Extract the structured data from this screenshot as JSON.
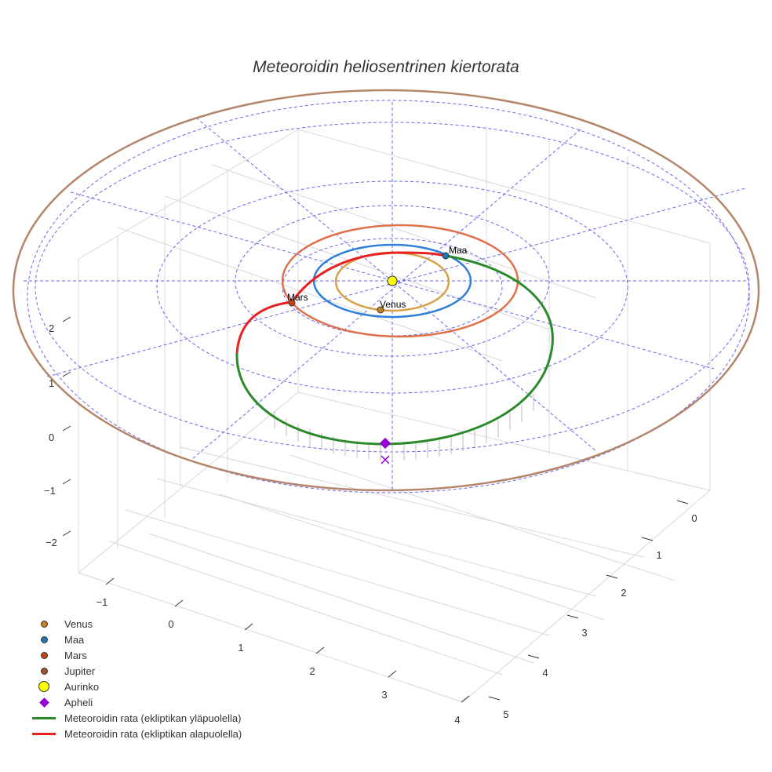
{
  "chart_data": {
    "type": "3d-line",
    "title": "Meteoroidin heliosentrinen kiertorata",
    "x_ticks": [
      "−1",
      "0",
      "1",
      "2",
      "3",
      "4"
    ],
    "y_ticks": [
      "0",
      "1",
      "2",
      "3",
      "4",
      "5"
    ],
    "z_ticks": [
      "2",
      "1",
      "0",
      "−1",
      "−2"
    ],
    "grid": true,
    "legend_placement": "bottom-left",
    "planets": [
      {
        "name": "Venus",
        "color": "#c8811e",
        "orbit_color": "#d9a04a",
        "label": "Venus"
      },
      {
        "name": "Maa",
        "color": "#1f77b4",
        "orbit_color": "#2f7fd8",
        "label": "Maa"
      },
      {
        "name": "Mars",
        "color": "#c9400f",
        "orbit_color": "#e0704a",
        "label": "Mars"
      },
      {
        "name": "Jupiter",
        "color": "#a0522d",
        "orbit_color": "#b5856a"
      }
    ],
    "sun": {
      "name": "Aurinko",
      "color": "#ffff00"
    },
    "aphelion": {
      "name": "Apheli",
      "color": "#9400d3"
    },
    "series": [
      {
        "name": "Meteoroidin rata (ekliptikan yläpuolella)",
        "color": "#2a8a2a"
      },
      {
        "name": "Meteoroidin rata (ekliptikan alapuolella)",
        "color": "#e82020"
      }
    ]
  }
}
